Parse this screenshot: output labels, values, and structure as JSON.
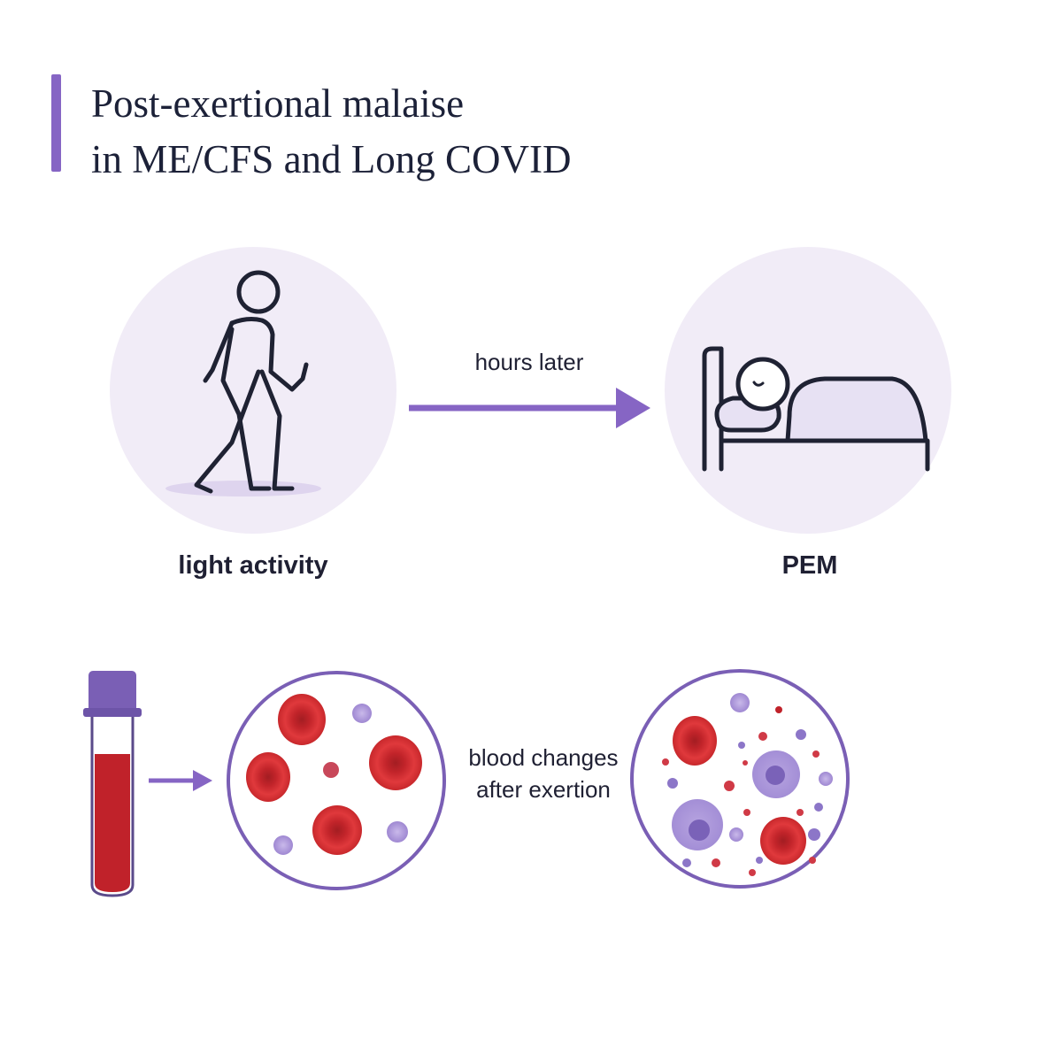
{
  "title": {
    "line1": "Post-exertional malaise",
    "line2": "in ME/CFS and Long COVID"
  },
  "flow": {
    "activity_label": "light activity",
    "arrow_label": "hours later",
    "pem_label": "PEM"
  },
  "blood": {
    "changes_label_line1": "blood changes",
    "changes_label_line2": "after exertion"
  },
  "colors": {
    "accent": "#8665c4",
    "circle_fill": "#f1ecf7",
    "red_cell": "#d42a2e",
    "white_cell": "#a993d6"
  },
  "icons": [
    "walking-person-icon",
    "sleeping-in-bed-icon",
    "blood-tube-icon",
    "blood-sample-circle-icon"
  ]
}
